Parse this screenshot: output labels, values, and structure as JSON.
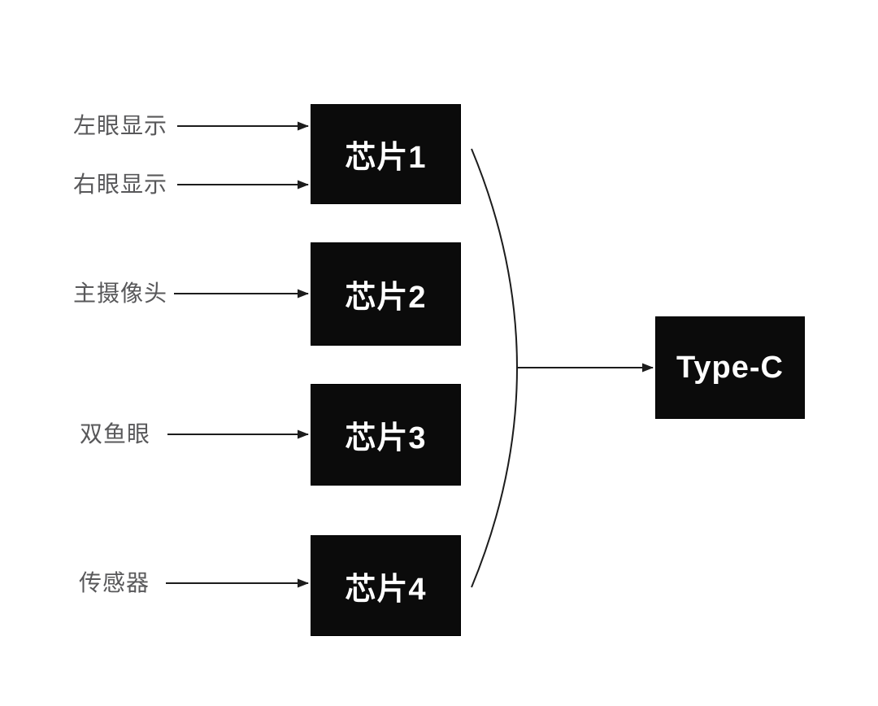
{
  "diagram": {
    "colors": {
      "background": "#ffffff",
      "node_fill": "#0b0b0b",
      "node_text": "#ffffff",
      "label_text": "#58585a",
      "connector_line": "#1c1c1c"
    },
    "input_labels": [
      {
        "text": "左眼显示",
        "connects_to": "芯片1"
      },
      {
        "text": "右眼显示",
        "connects_to": "芯片1"
      },
      {
        "text": "主摄像头",
        "connects_to": "芯片2"
      },
      {
        "text": "双鱼眼",
        "connects_to": "芯片3"
      },
      {
        "text": "传感器",
        "connects_to": "芯片4"
      }
    ],
    "chip_nodes": [
      {
        "label": "芯片1"
      },
      {
        "label": "芯片2"
      },
      {
        "label": "芯片3"
      },
      {
        "label": "芯片4"
      }
    ],
    "output_node": {
      "label": "Type-C"
    },
    "bracket": {
      "connects": "芯片1–芯片4",
      "points_to": "Type-C"
    }
  }
}
